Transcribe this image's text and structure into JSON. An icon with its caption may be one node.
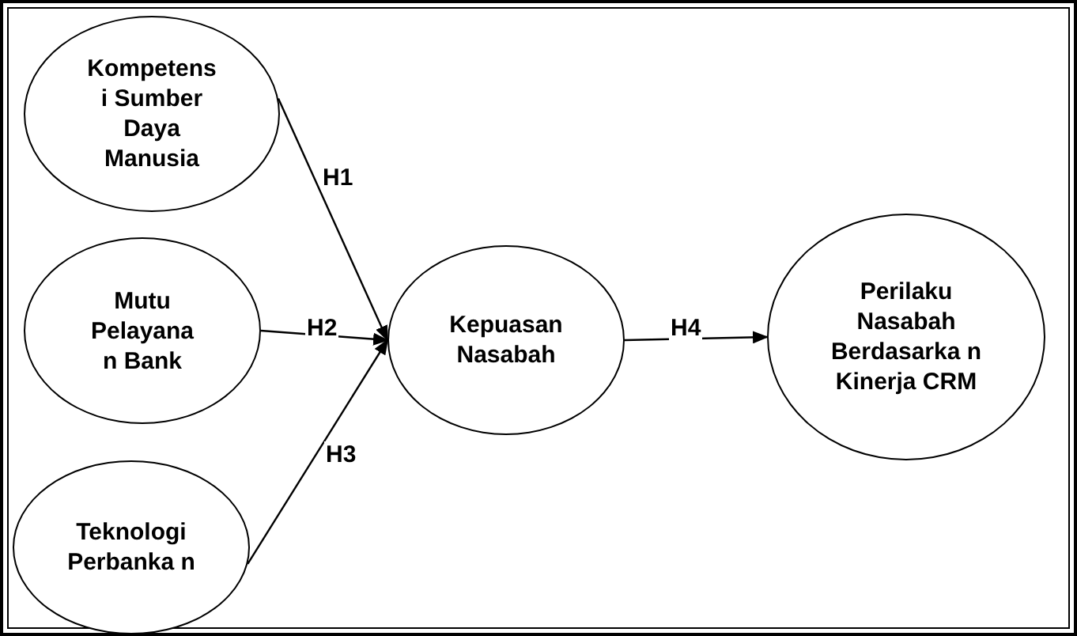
{
  "diagram": {
    "nodes": [
      {
        "text": [
          "Kompetens i Sumber Daya Manusia"
        ]
      },
      {
        "text": [
          "Mutu Pelayana n Bank"
        ]
      },
      {
        "text": [
          "Teknologi Perbanka n"
        ]
      },
      {
        "text": [
          "Kepuasan Nasabah"
        ]
      },
      {
        "text": [
          "Perilaku Nasabah Berdasarka n Kinerja CRM"
        ]
      }
    ],
    "edges": [
      {
        "from": 0,
        "to": 3,
        "arrow": "to",
        "label": "H1"
      },
      {
        "from": 1,
        "to": 3,
        "arrow": "to",
        "label": "H2"
      },
      {
        "from": 2,
        "to": 3,
        "arrow": "to",
        "label": "H3"
      },
      {
        "from": 3,
        "to": 4,
        "arrow": "to",
        "label": "H4"
      }
    ]
  }
}
